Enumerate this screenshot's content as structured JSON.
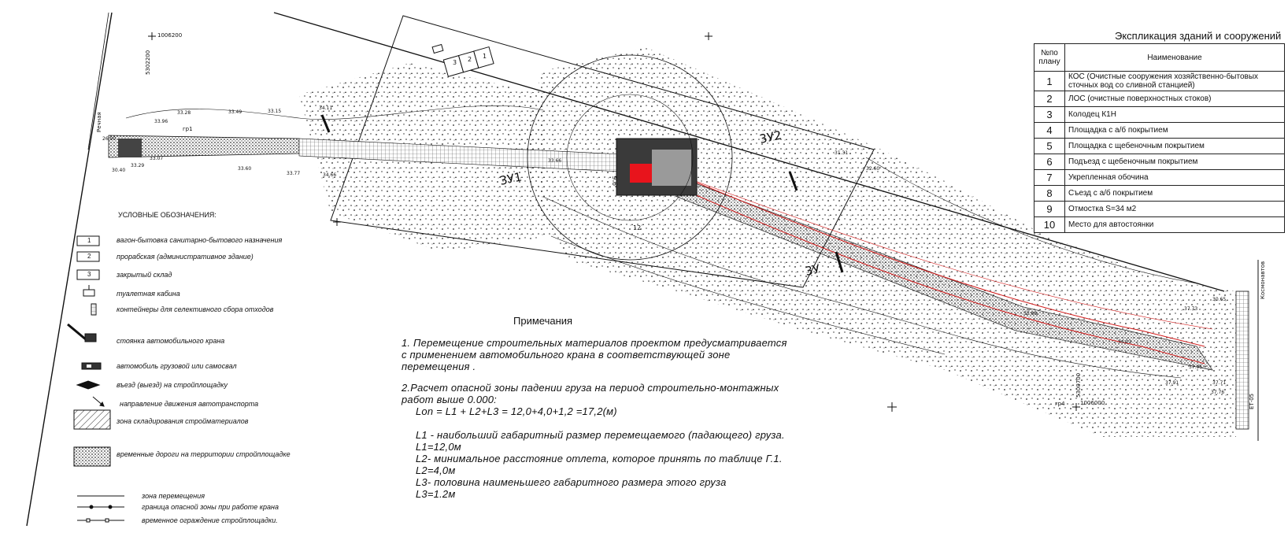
{
  "explication": {
    "title": "Экспликация зданий и сооружений",
    "col_num": "№по плану",
    "col_name": "Наименование",
    "rows": [
      {
        "num": "1",
        "name": "КОС (Очистные сооружения хозяйственно-бытовых сточных вод со сливной станцией)"
      },
      {
        "num": "2",
        "name": "ЛОС (очистные поверхностных стоков)"
      },
      {
        "num": "3",
        "name": "Колодец К1Н"
      },
      {
        "num": "4",
        "name": "Площадка с а/б покрытием"
      },
      {
        "num": "5",
        "name": "Площадка с щебеночным покрытием"
      },
      {
        "num": "6",
        "name": "Подъезд с щебеночным покрытием"
      },
      {
        "num": "7",
        "name": "Укрепленная обочина"
      },
      {
        "num": "8",
        "name": "Съезд с а/б покрытием"
      },
      {
        "num": "9",
        "name": "Отмостка S=34 м2"
      },
      {
        "num": "10",
        "name": "Место для автостоянки"
      }
    ]
  },
  "legend": {
    "title": "Условные обозначения:",
    "items": [
      {
        "sym": "1",
        "text": "вагон-бытовка санитарно-бытового назначения"
      },
      {
        "sym": "2",
        "text": "прорабская (административное здание)"
      },
      {
        "sym": "3",
        "text": "закрытый склад"
      },
      {
        "sym": "",
        "text": "туалетная кабина"
      },
      {
        "sym": "",
        "text": "контейнеры для селективного сбора отходов"
      },
      {
        "sym": "",
        "text": "стоянка автомобильного крана"
      },
      {
        "sym": "",
        "text": "автомобиль грузовой или самосвал"
      },
      {
        "sym": "",
        "text": "въезд (выезд) на стройплощадку"
      },
      {
        "sym": "",
        "text": "направление движения автотранспорта"
      },
      {
        "sym": "",
        "text": "зона складирования стройматериалов"
      },
      {
        "sym": "",
        "text": "временные дороги на территории стройплощадке"
      },
      {
        "sym": "",
        "text": "зона перемещения"
      },
      {
        "sym": "",
        "text": "граница опасной зоны при работе крана"
      },
      {
        "sym": "",
        "text": "временное ограждение стройплощадки."
      }
    ]
  },
  "notes": {
    "title": "Примечания",
    "lines": [
      "1. Перемещение строительных материалов проектом предусматривается",
      "с применением автомобильного крана в соответствующей зоне",
      "перемещения .",
      "2.Расчет опасной зоны падении груза на период строительно-монтажных",
      "работ выше 0.000:",
      "Lon =   L1 + L2+L3 =   12,0+4,0+1,2 =17,2(м)",
      "L1 - наибольший габаритный размер перемещаемого (падающего) груза.",
      "L1=12,0м",
      "L2- минимальное расстояние отлета, которое принять по таблице Г.1.",
      "L2=4,0м",
      "L3- половина наименьшего габаритного размера этого груза",
      "L3=1.2м"
    ]
  },
  "plan": {
    "coords": {
      "c1": "1006200",
      "c2": "5302200",
      "c3": "5300700",
      "c4": "1006000"
    },
    "zone_labels": [
      "3У1",
      "3У2",
      "3У"
    ],
    "building_labels": [
      "1",
      "2",
      "3"
    ],
    "item_labels": {
      "a": "12",
      "b": "9.6"
    },
    "elevations": [
      "33.96",
      "33.28",
      "33.49",
      "33.15",
      "34.11",
      "26.90",
      "33.07",
      "33.29",
      "30.40",
      "33.77",
      "34.66",
      "33.60",
      "33.66",
      "31.31",
      "32.60",
      "33.88",
      "34.01",
      "30.65",
      "37.95",
      "37.71",
      "37.91",
      "37.73",
      "37.76"
    ],
    "gauge_label": "ЕТ-05",
    "side_label": "Космонавтов",
    "left_label": "Речная",
    "markers": [
      "гр4",
      "гр1"
    ],
    "colors": {
      "building_dark": "#3a3a3a",
      "building_gray": "#9a9a9a",
      "building_red": "#e8141c",
      "road_line": "#d21a1a",
      "ink": "#111111"
    }
  }
}
